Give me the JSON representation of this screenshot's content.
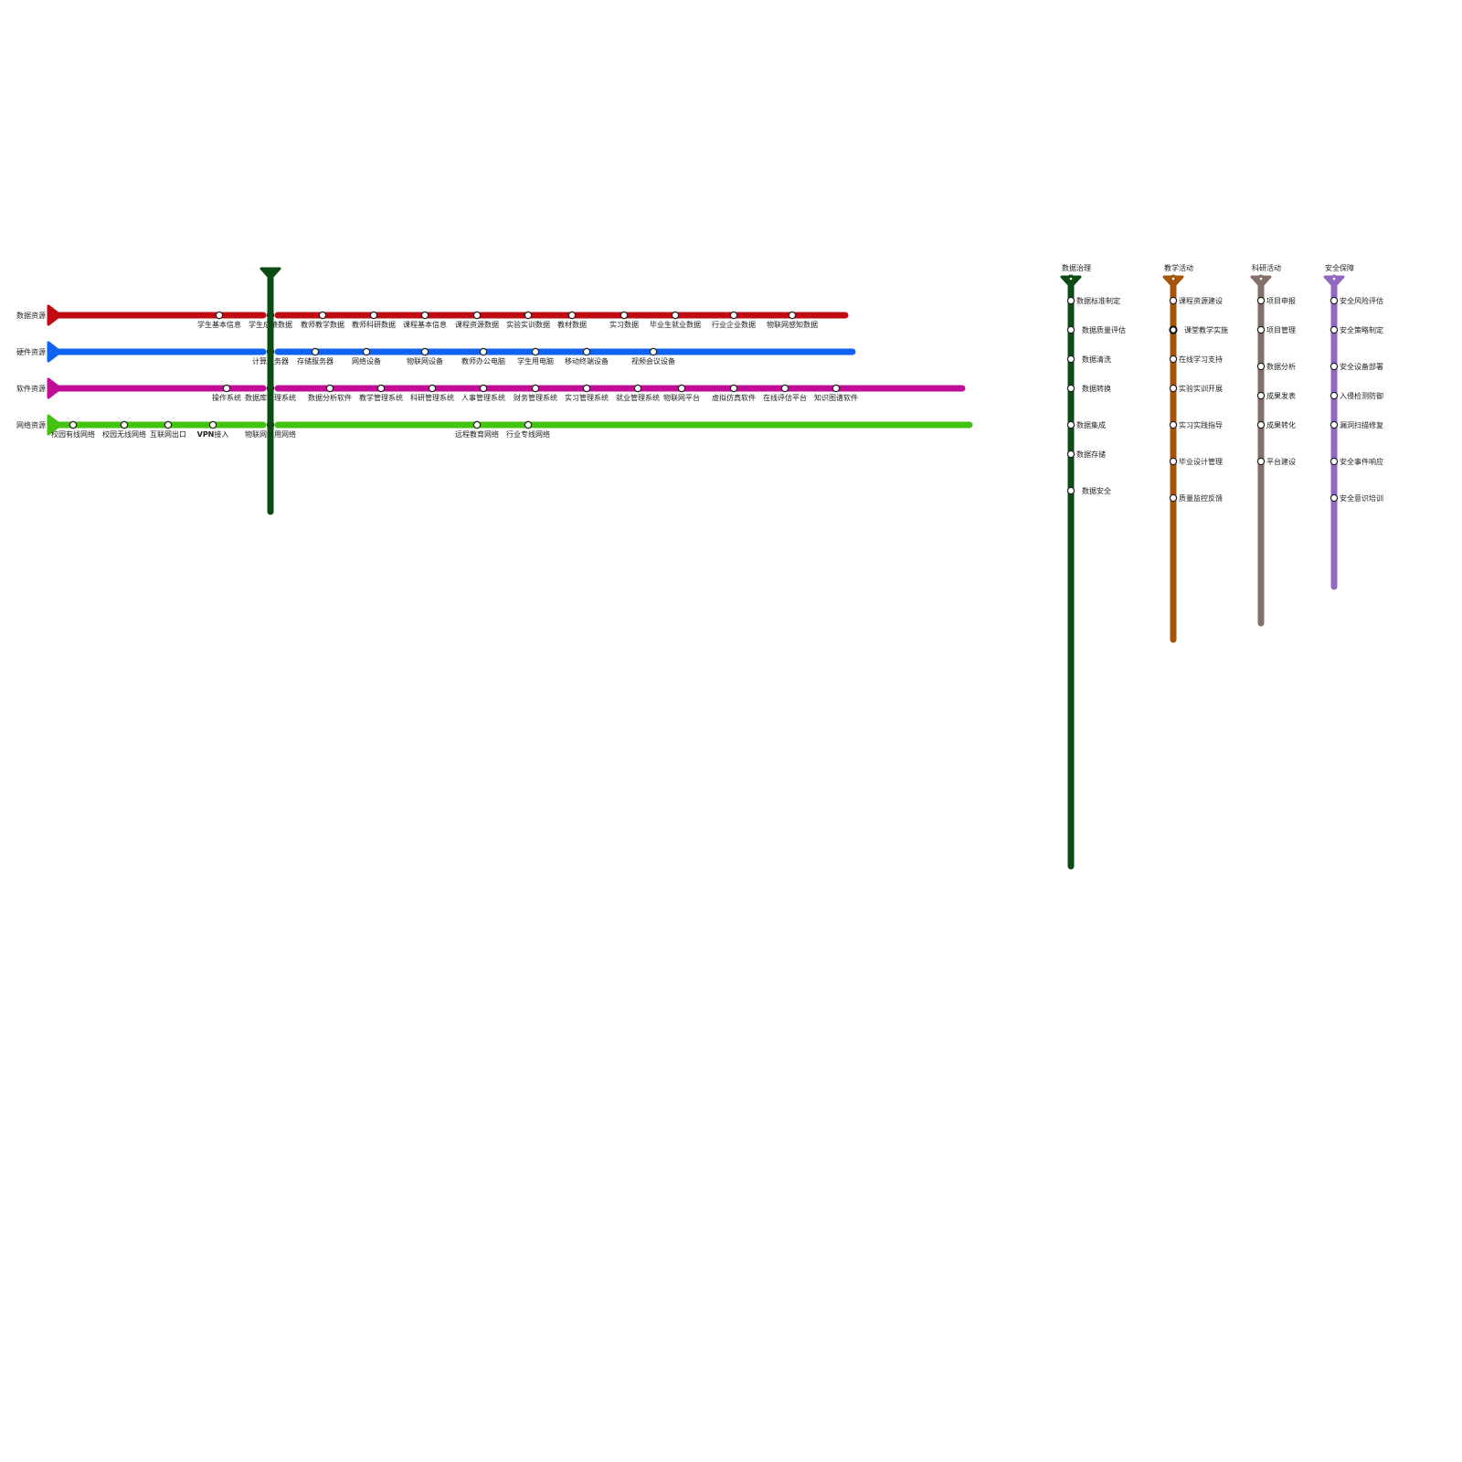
{
  "colors": {
    "data_resources": "#c00b13",
    "hardware_resources": "#1062f3",
    "software_resources": "#c00d95",
    "network_resources": "#44c211",
    "data_governance": "#0b4c14",
    "teaching_activities": "#a45509",
    "research_activities": "#84706a",
    "security": "#9368c0"
  },
  "horizontal_lines": [
    {
      "id": "data_resources",
      "label": "数据资源",
      "stations": [
        "学生基本信息",
        "学生成绩数据",
        "教师教学数据",
        "教师科研数据",
        "课程基本信息",
        "课程资源数据",
        "实验实训数据",
        "教材数据",
        "实习数据",
        "毕业生就业数据",
        "行业企业数据",
        "物联网感知数据"
      ]
    },
    {
      "id": "hardware_resources",
      "label": "硬件资源",
      "stations": [
        "计算服务器",
        "存储服务器",
        "网络设备",
        "物联网设备",
        "教师办公电脑",
        "学生用电脑",
        "移动终端设备",
        "视频会议设备"
      ]
    },
    {
      "id": "software_resources",
      "label": "软件资源",
      "stations": [
        "操作系统",
        "数据库管理系统",
        "数据分析软件",
        "教学管理系统",
        "科研管理系统",
        "人事管理系统",
        "财务管理系统",
        "实习管理系统",
        "就业管理系统",
        "物联网平台",
        "虚拟仿真软件",
        "在线评估平台",
        "知识图谱软件"
      ]
    },
    {
      "id": "network_resources",
      "label": "网络资源",
      "stations": [
        "校园有线网络",
        "校园无线网络",
        "互联网出口",
        "VPN接入",
        "物联网专用网络",
        "远程教育网络",
        "行业专线网络"
      ]
    }
  ],
  "vertical_lines": [
    {
      "id": "data_governance",
      "label": "数据治理",
      "stations": [
        "数据标准制定",
        "数据质量评估",
        "数据清洗",
        "数据转换",
        "数据集成",
        "数据存储",
        "数据安全"
      ]
    },
    {
      "id": "teaching_activities",
      "label": "教学活动",
      "stations": [
        "课程资源建设",
        "课堂教学实施",
        "在线学习支持",
        "实验实训开展",
        "实习实践指导",
        "毕业设计管理",
        "质量监控反馈"
      ]
    },
    {
      "id": "research_activities",
      "label": "科研活动",
      "stations": [
        "项目申报",
        "项目管理",
        "数据分析",
        "成果发表",
        "成果转化",
        "平台建设"
      ]
    },
    {
      "id": "security",
      "label": "安全保障",
      "stations": [
        "安全风险评估",
        "安全策略制定",
        "安全设备部署",
        "入侵检测防御",
        "漏洞扫描修复",
        "安全事件响应",
        "安全意识培训"
      ]
    }
  ]
}
